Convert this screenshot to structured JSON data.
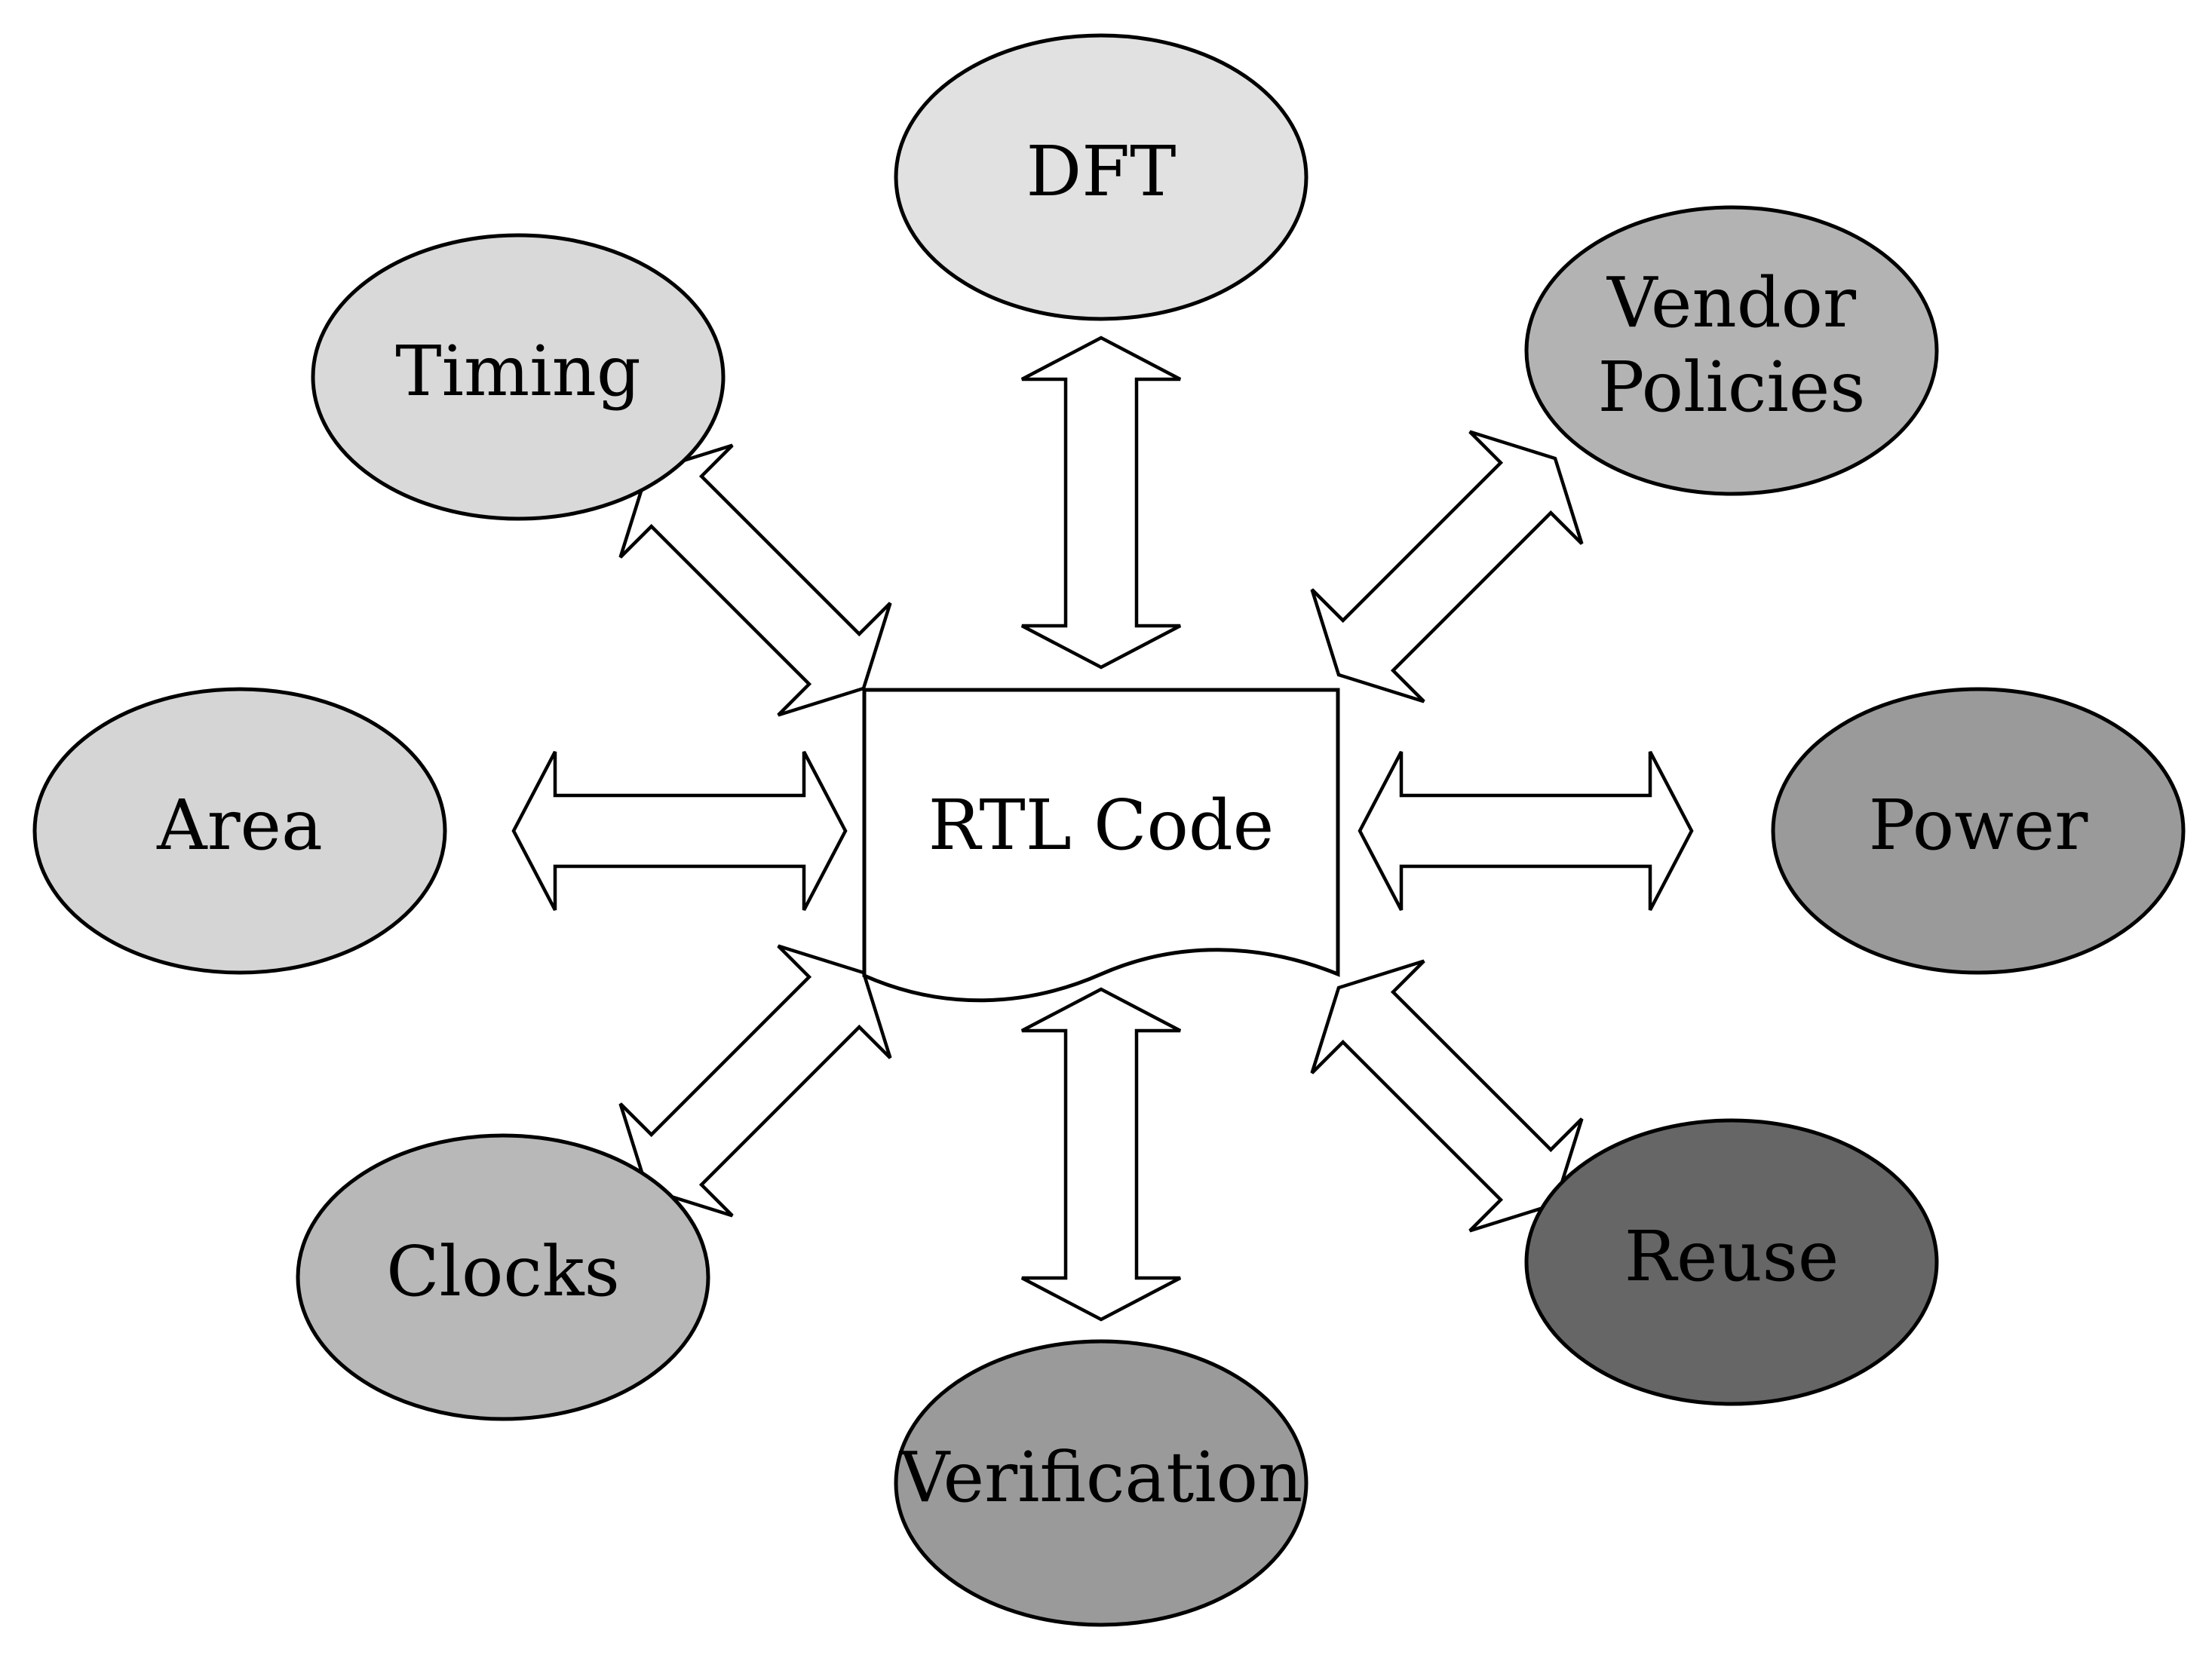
{
  "center": {
    "label": "RTL Code",
    "fill": "#ffffff"
  },
  "nodes": [
    {
      "id": "dft",
      "label": "DFT",
      "fill": "#e1e1e1"
    },
    {
      "id": "vendor-policies",
      "label": "Vendor\nPolicies",
      "fill": "#b3b3b3"
    },
    {
      "id": "power",
      "label": "Power",
      "fill": "#9a9a9a"
    },
    {
      "id": "reuse",
      "label": "Reuse",
      "fill": "#666666"
    },
    {
      "id": "verification",
      "label": "Verification",
      "fill": "#9a9a9a"
    },
    {
      "id": "clocks",
      "label": "Clocks",
      "fill": "#b8b8b8"
    },
    {
      "id": "area",
      "label": "Area",
      "fill": "#d5d5d5"
    },
    {
      "id": "timing",
      "label": "Timing",
      "fill": "#d9d9d9"
    }
  ]
}
